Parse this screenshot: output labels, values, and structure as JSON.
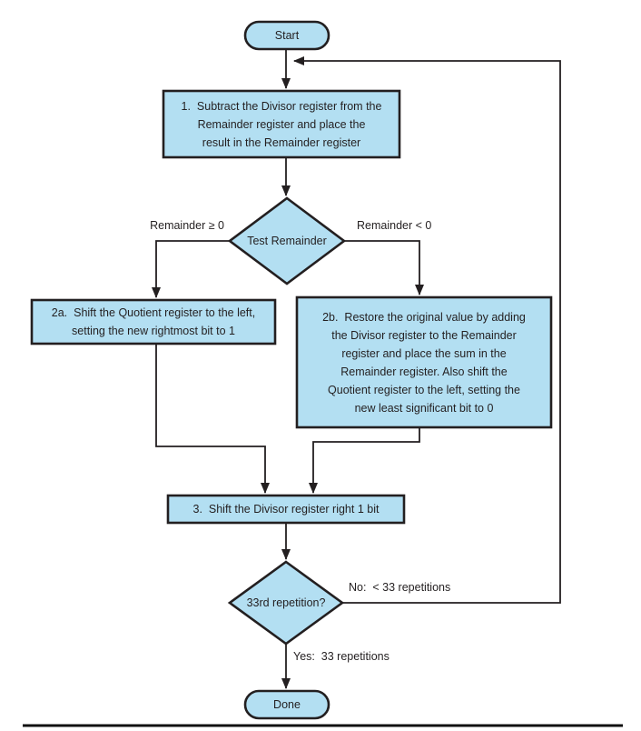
{
  "colors": {
    "node_fill": "#b3dff2",
    "node_stroke": "#231f20",
    "line_color": "#231f20",
    "text_color": "#231f20"
  },
  "nodes": {
    "start": {
      "label": "Start"
    },
    "step1": {
      "lines": [
        "1.  Subtract the Divisor register from the",
        "Remainder register and place the",
        "result in the Remainder register"
      ]
    },
    "test_remainder": {
      "label": "Test Remainder"
    },
    "step2a": {
      "lines": [
        "2a.  Shift the Quotient register to the left,",
        "setting the new rightmost bit to 1"
      ]
    },
    "step2b": {
      "lines": [
        "2b.  Restore the original value by adding",
        "the Divisor register to the Remainder",
        "register and place the sum in the",
        "Remainder register. Also shift the",
        "Quotient register to the left, setting the",
        "new least significant bit to 0"
      ]
    },
    "step3": {
      "label": "3.  Shift the Divisor register right 1 bit"
    },
    "repetition_check": {
      "label": "33rd repetition?"
    },
    "done": {
      "label": "Done"
    }
  },
  "edge_labels": {
    "remainder_ge_0": "Remainder ≥ 0",
    "remainder_lt_0": "Remainder < 0",
    "no": "No:  < 33 repetitions",
    "yes": "Yes:  33 repetitions"
  }
}
